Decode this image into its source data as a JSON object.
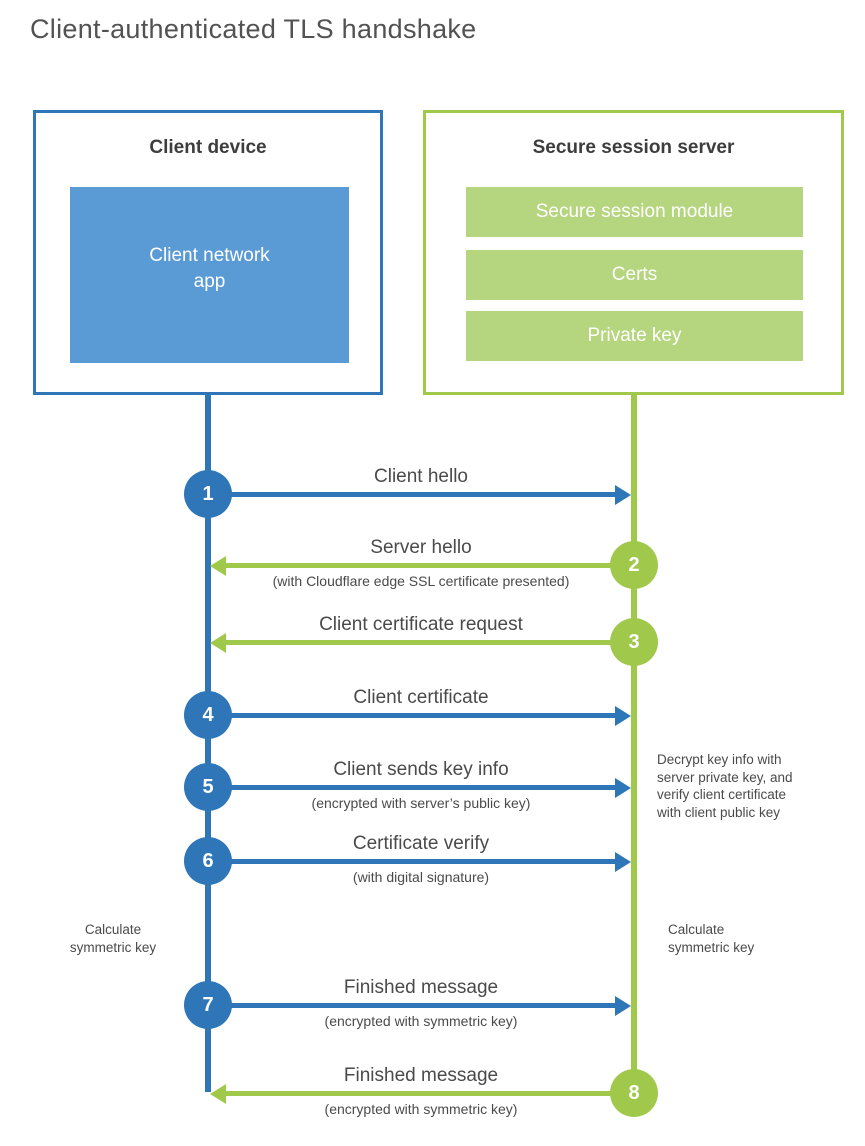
{
  "title": "Client-authenticated TLS handshake",
  "colors": {
    "client_blue": "#2e76b8",
    "client_blue_light": "#5b9bd5",
    "server_green": "#a0c94c",
    "server_green_light": "#b5d67e"
  },
  "client_box": {
    "title": "Client device",
    "app_label": "Client network\napp"
  },
  "server_box": {
    "title": "Secure session server",
    "modules": [
      "Secure session module",
      "Certs",
      "Private key"
    ]
  },
  "steps": [
    {
      "num": "1",
      "from": "client",
      "direction": "right",
      "label": "Client hello"
    },
    {
      "num": "2",
      "from": "server",
      "direction": "left",
      "label": "Server hello",
      "sublabel": "(with Cloudflare edge SSL certificate presented)"
    },
    {
      "num": "3",
      "from": "server",
      "direction": "left",
      "label": "Client certificate request"
    },
    {
      "num": "4",
      "from": "client",
      "direction": "right",
      "label": "Client certificate"
    },
    {
      "num": "5",
      "from": "client",
      "direction": "right",
      "label": "Client sends key info",
      "sublabel": "(encrypted with server’s public key)"
    },
    {
      "num": "6",
      "from": "client",
      "direction": "right",
      "label": "Certificate verify",
      "sublabel": "(with digital signature)"
    },
    {
      "num": "7",
      "from": "client",
      "direction": "right",
      "label": "Finished message",
      "sublabel": "(encrypted with symmetric key)"
    },
    {
      "num": "8",
      "from": "server",
      "direction": "left",
      "label": "Finished message",
      "sublabel": "(encrypted with symmetric key)"
    }
  ],
  "annotations": {
    "decrypt_note": "Decrypt key info with\nserver private key, and\nverify client certificate\nwith client public key",
    "calc_symmetric_left": "Calculate\nsymmetric key",
    "calc_symmetric_right": "Calculate\nsymmetric key"
  }
}
